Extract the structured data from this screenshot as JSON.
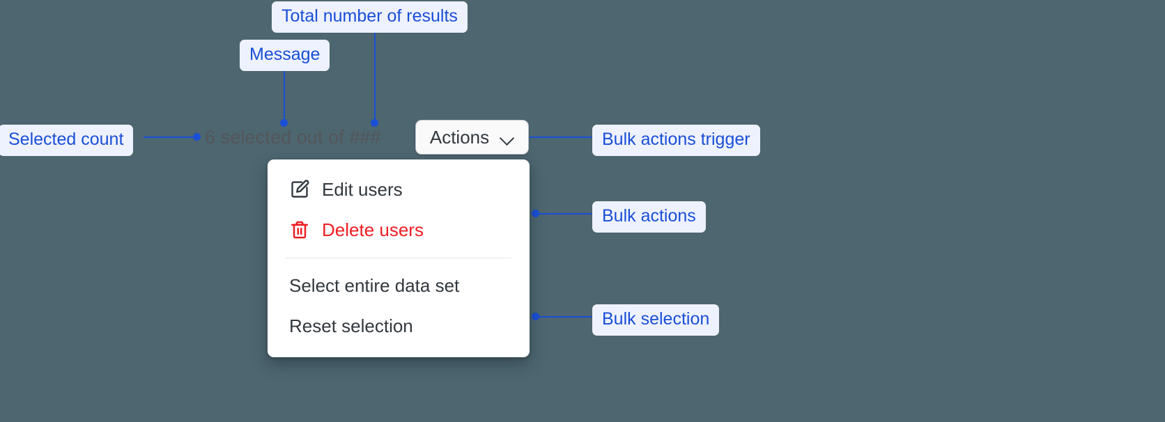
{
  "background_color": "#4d6670",
  "accent_color": "#1a4fd6",
  "annotation_bg": "#eef2fe",
  "danger_color": "#ee1d23",
  "annotations": [
    {
      "id": "total-number-of-results",
      "label": "Total number of results"
    },
    {
      "id": "message",
      "label": "Message"
    },
    {
      "id": "selected-count",
      "label": "Selected count"
    },
    {
      "id": "bulk-actions-trigger",
      "label": "Bulk actions trigger"
    },
    {
      "id": "bulk-actions",
      "label": "Bulk actions"
    },
    {
      "id": "bulk-selection",
      "label": "Bulk selection"
    }
  ],
  "selection": {
    "message": "6 selected out of ###",
    "count": "6",
    "total_placeholder": "###"
  },
  "trigger": {
    "label": "Actions",
    "icon": "chevron-down-icon"
  },
  "menu": {
    "groups": [
      {
        "name": "bulk-actions",
        "items": [
          {
            "id": "edit-users",
            "label": "Edit users",
            "icon": "pencil-icon",
            "danger": false
          },
          {
            "id": "delete-users",
            "label": "Delete users",
            "icon": "trash-icon",
            "danger": true
          }
        ]
      },
      {
        "name": "bulk-selection",
        "items": [
          {
            "id": "select-entire-data-set",
            "label": "Select entire data set",
            "icon": null,
            "danger": false
          },
          {
            "id": "reset-selection",
            "label": "Reset selection",
            "icon": null,
            "danger": false
          }
        ]
      }
    ]
  }
}
